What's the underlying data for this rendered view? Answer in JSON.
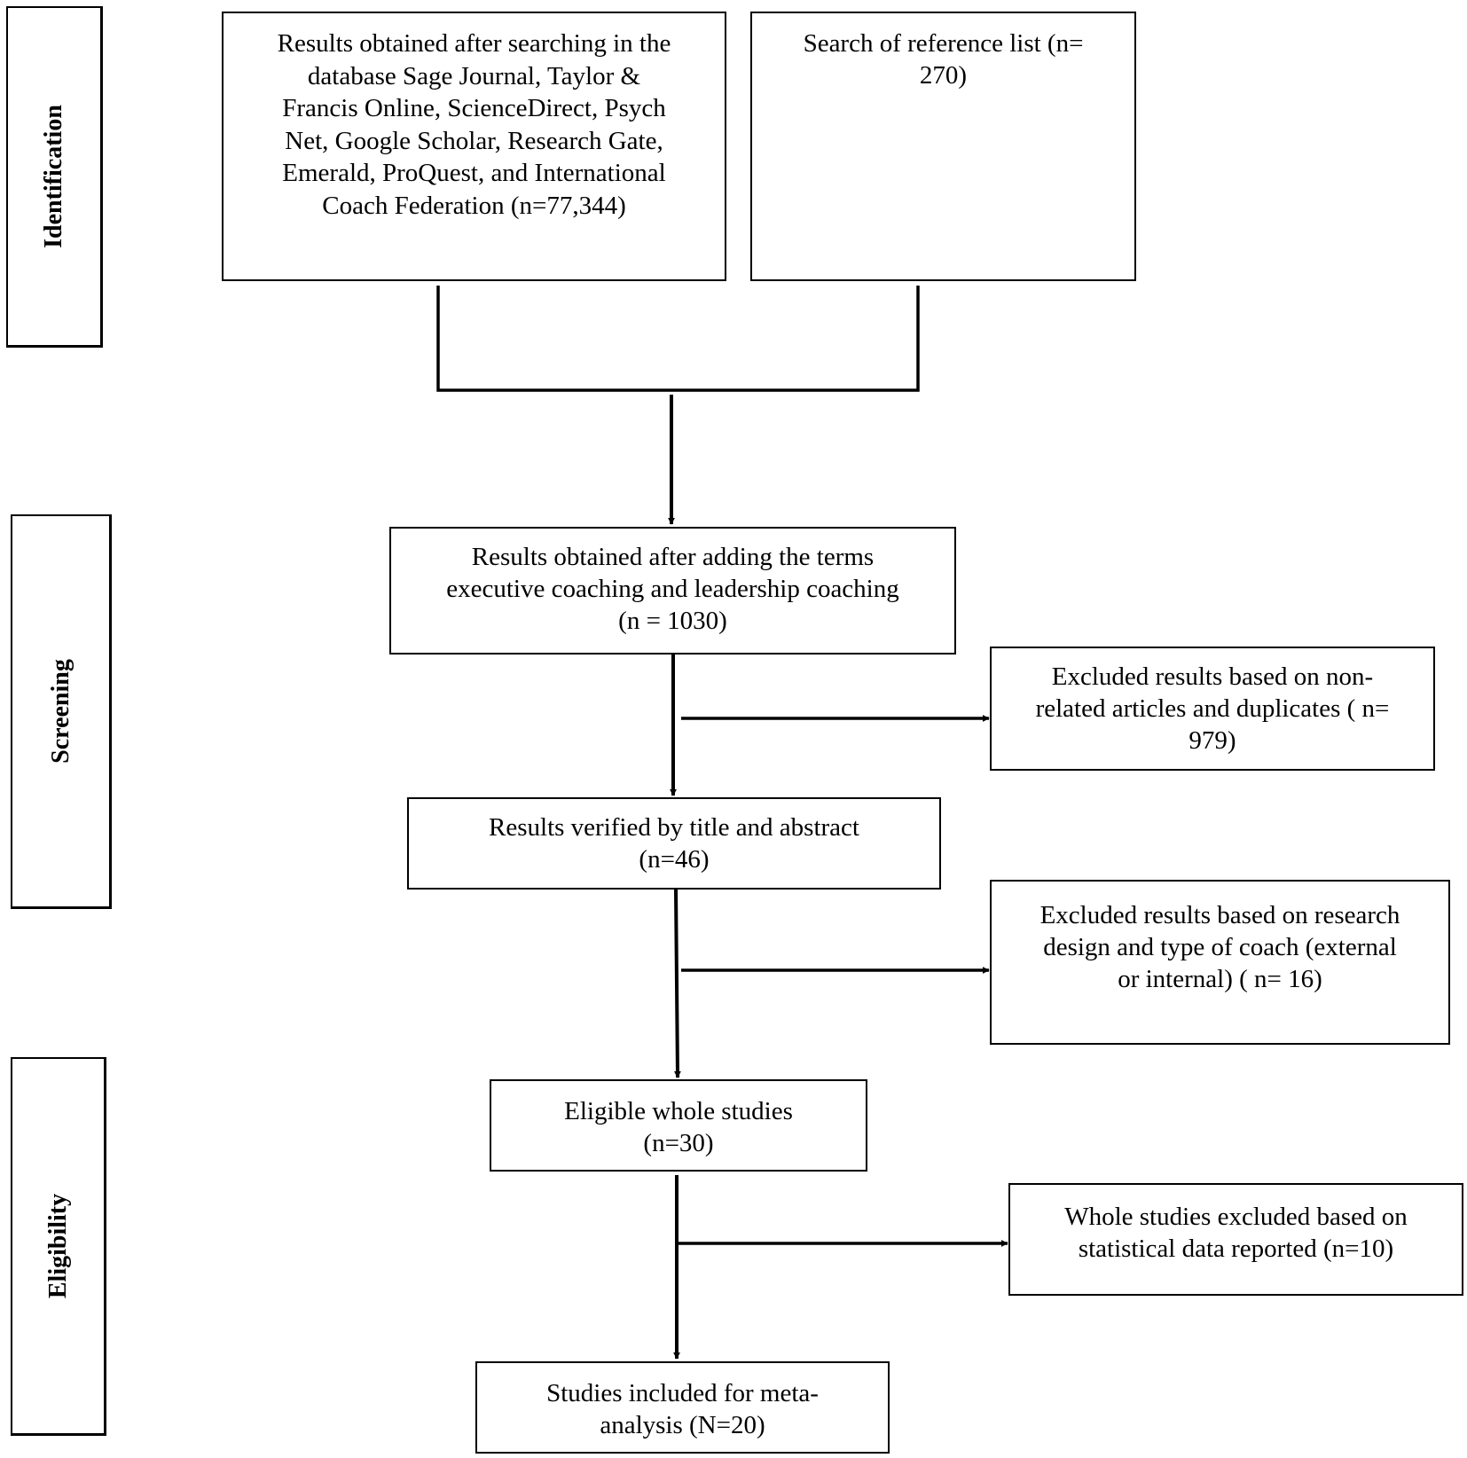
{
  "stages": {
    "identification": "Identification",
    "screening": "Screening",
    "eligibility": "Eligibility"
  },
  "boxes": {
    "database_search": "Results obtained after searching in the\ndatabase Sage Journal, Taylor &\nFrancis Online, ScienceDirect, Psych\nNet, Google Scholar, Research Gate,\nEmerald, ProQuest, and International\nCoach Federation  (n=77,344)",
    "reference_list": "Search of reference list (n=\n270)",
    "terms_added": "Results obtained after adding the terms\nexecutive coaching and leadership coaching\n(n = 1030)",
    "excluded_nonrelated": "Excluded results based on non-\nrelated articles and duplicates ( n=\n979)",
    "title_abstract": "Results verified by title and abstract\n(n=46)",
    "excluded_design": "Excluded results based on research\ndesign and type of coach (external\nor internal) ( n= 16)",
    "eligible_studies": "Eligible whole studies\n(n=30)",
    "excluded_statistical": "Whole studies excluded based on\nstatistical data reported (n=10)",
    "included": "Studies included for meta-\nanalysis (N=20)"
  }
}
